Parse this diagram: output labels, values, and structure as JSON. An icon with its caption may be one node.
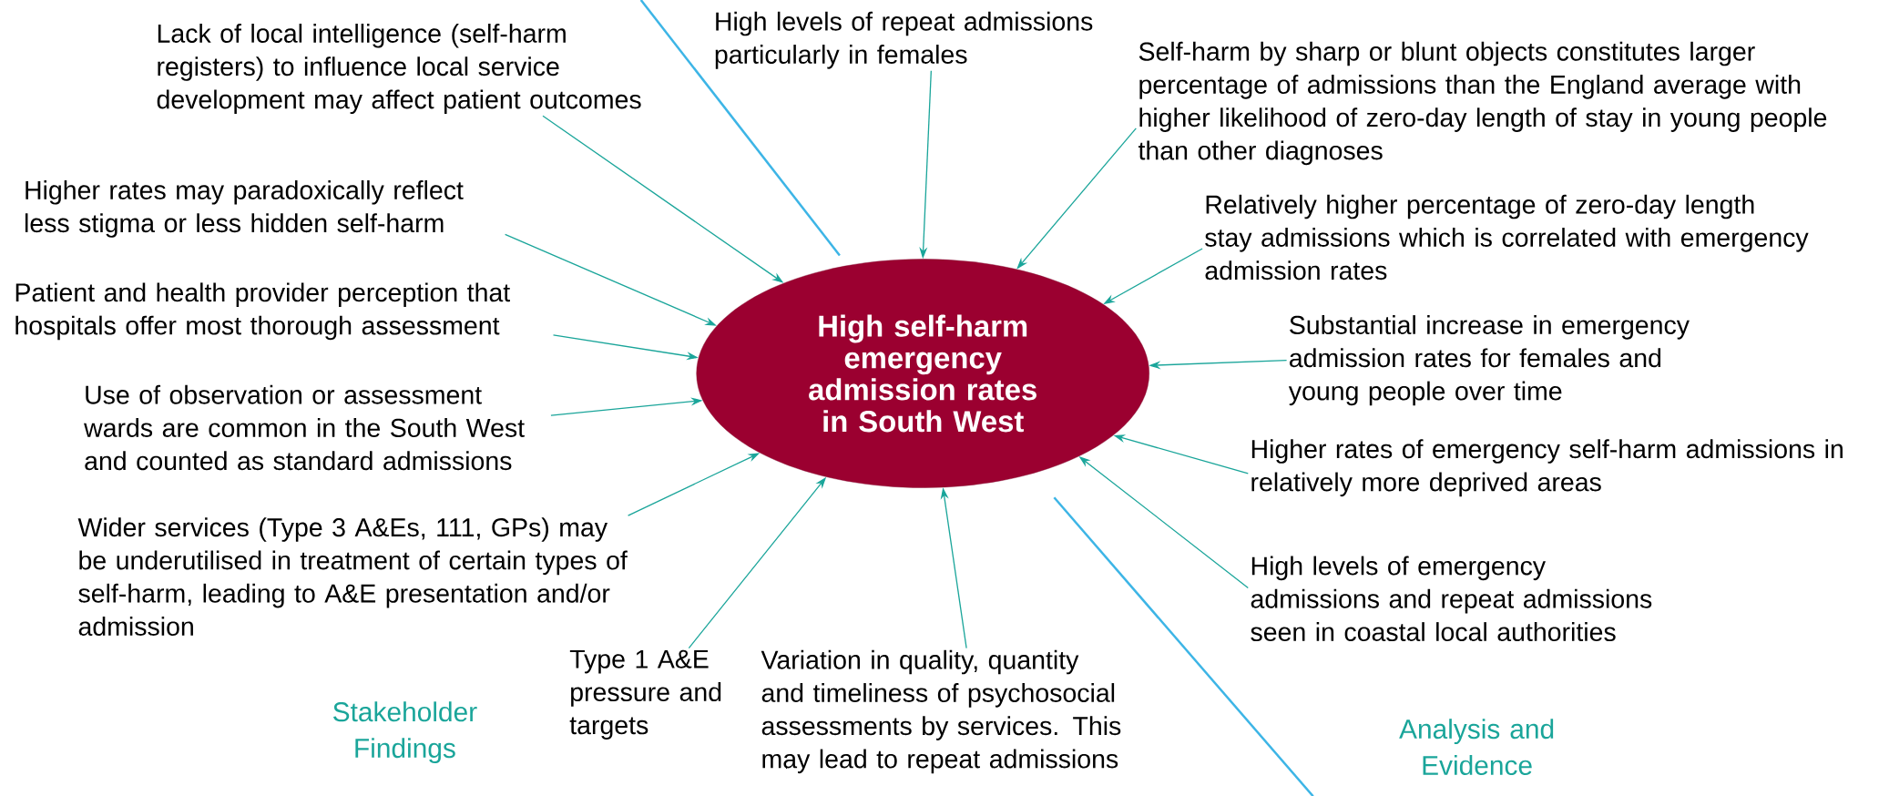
{
  "diagram": {
    "nodes": [
      {
        "text": [
          "High self-harm emergency admission rates in South West"
        ]
      },
      {
        "text": [
          "Lack of local intelligence (self-harm registers) to influence local service development may affect patient outcomes"
        ]
      },
      {
        "text": [
          "Higher rates may paradoxically reflect less stigma or less hidden self-harm"
        ]
      },
      {
        "text": [
          "Patient and health provider perception that hospitals offer most thorough assessment"
        ]
      },
      {
        "text": [
          "Use of observation or assessment wards are common in the South West and counted as standard admissions"
        ]
      },
      {
        "text": [
          "Wider services (Type 3 A&Es, 111, GPs) may be underutilised in treatment of certain types of self-harm, leading to A&E presentation and/or admission"
        ]
      },
      {
        "text": [
          "Type 1 A&E pressure and targets"
        ]
      },
      {
        "text": [
          "Variation in quality, quantity and timeliness of psychosocial assessments by services. This may lead to repeat admissions"
        ]
      },
      {
        "text": [
          "High levels of repeat admissions particularly in females"
        ]
      },
      {
        "text": [
          "Self-harm by sharp or blunt objects constitutes larger percentage of admissions than the England average with higher likelihood of zero-day length of stay in young people than other diagnoses"
        ]
      },
      {
        "text": [
          "Relatively higher percentage of zero-day length stay admissions which is correlated with emergency admission rates"
        ]
      },
      {
        "text": [
          "Substantial increase in emergency admission rates for females and young people over time"
        ]
      },
      {
        "text": [
          "Higher rates of emergency self-harm admissions in relatively more deprived areas"
        ]
      },
      {
        "text": [
          "High levels of emergency admissions and repeat admissions seen in coastal local authorities"
        ]
      }
    ],
    "edges": [
      {
        "from": 1,
        "to": 0,
        "arrow": "to"
      },
      {
        "from": 2,
        "to": 0,
        "arrow": "to"
      },
      {
        "from": 3,
        "to": 0,
        "arrow": "to"
      },
      {
        "from": 4,
        "to": 0,
        "arrow": "to"
      },
      {
        "from": 5,
        "to": 0,
        "arrow": "to"
      },
      {
        "from": 6,
        "to": 0,
        "arrow": "to"
      },
      {
        "from": 7,
        "to": 0,
        "arrow": "to"
      },
      {
        "from": 8,
        "to": 0,
        "arrow": "to"
      },
      {
        "from": 9,
        "to": 0,
        "arrow": "to"
      },
      {
        "from": 10,
        "to": 0,
        "arrow": "to"
      },
      {
        "from": 11,
        "to": 0,
        "arrow": "to"
      },
      {
        "from": 12,
        "to": 0,
        "arrow": "to"
      },
      {
        "from": 13,
        "to": 0,
        "arrow": "to"
      }
    ],
    "labels": [
      "Stakeholder Findings",
      "Analysis and Evidence"
    ]
  }
}
